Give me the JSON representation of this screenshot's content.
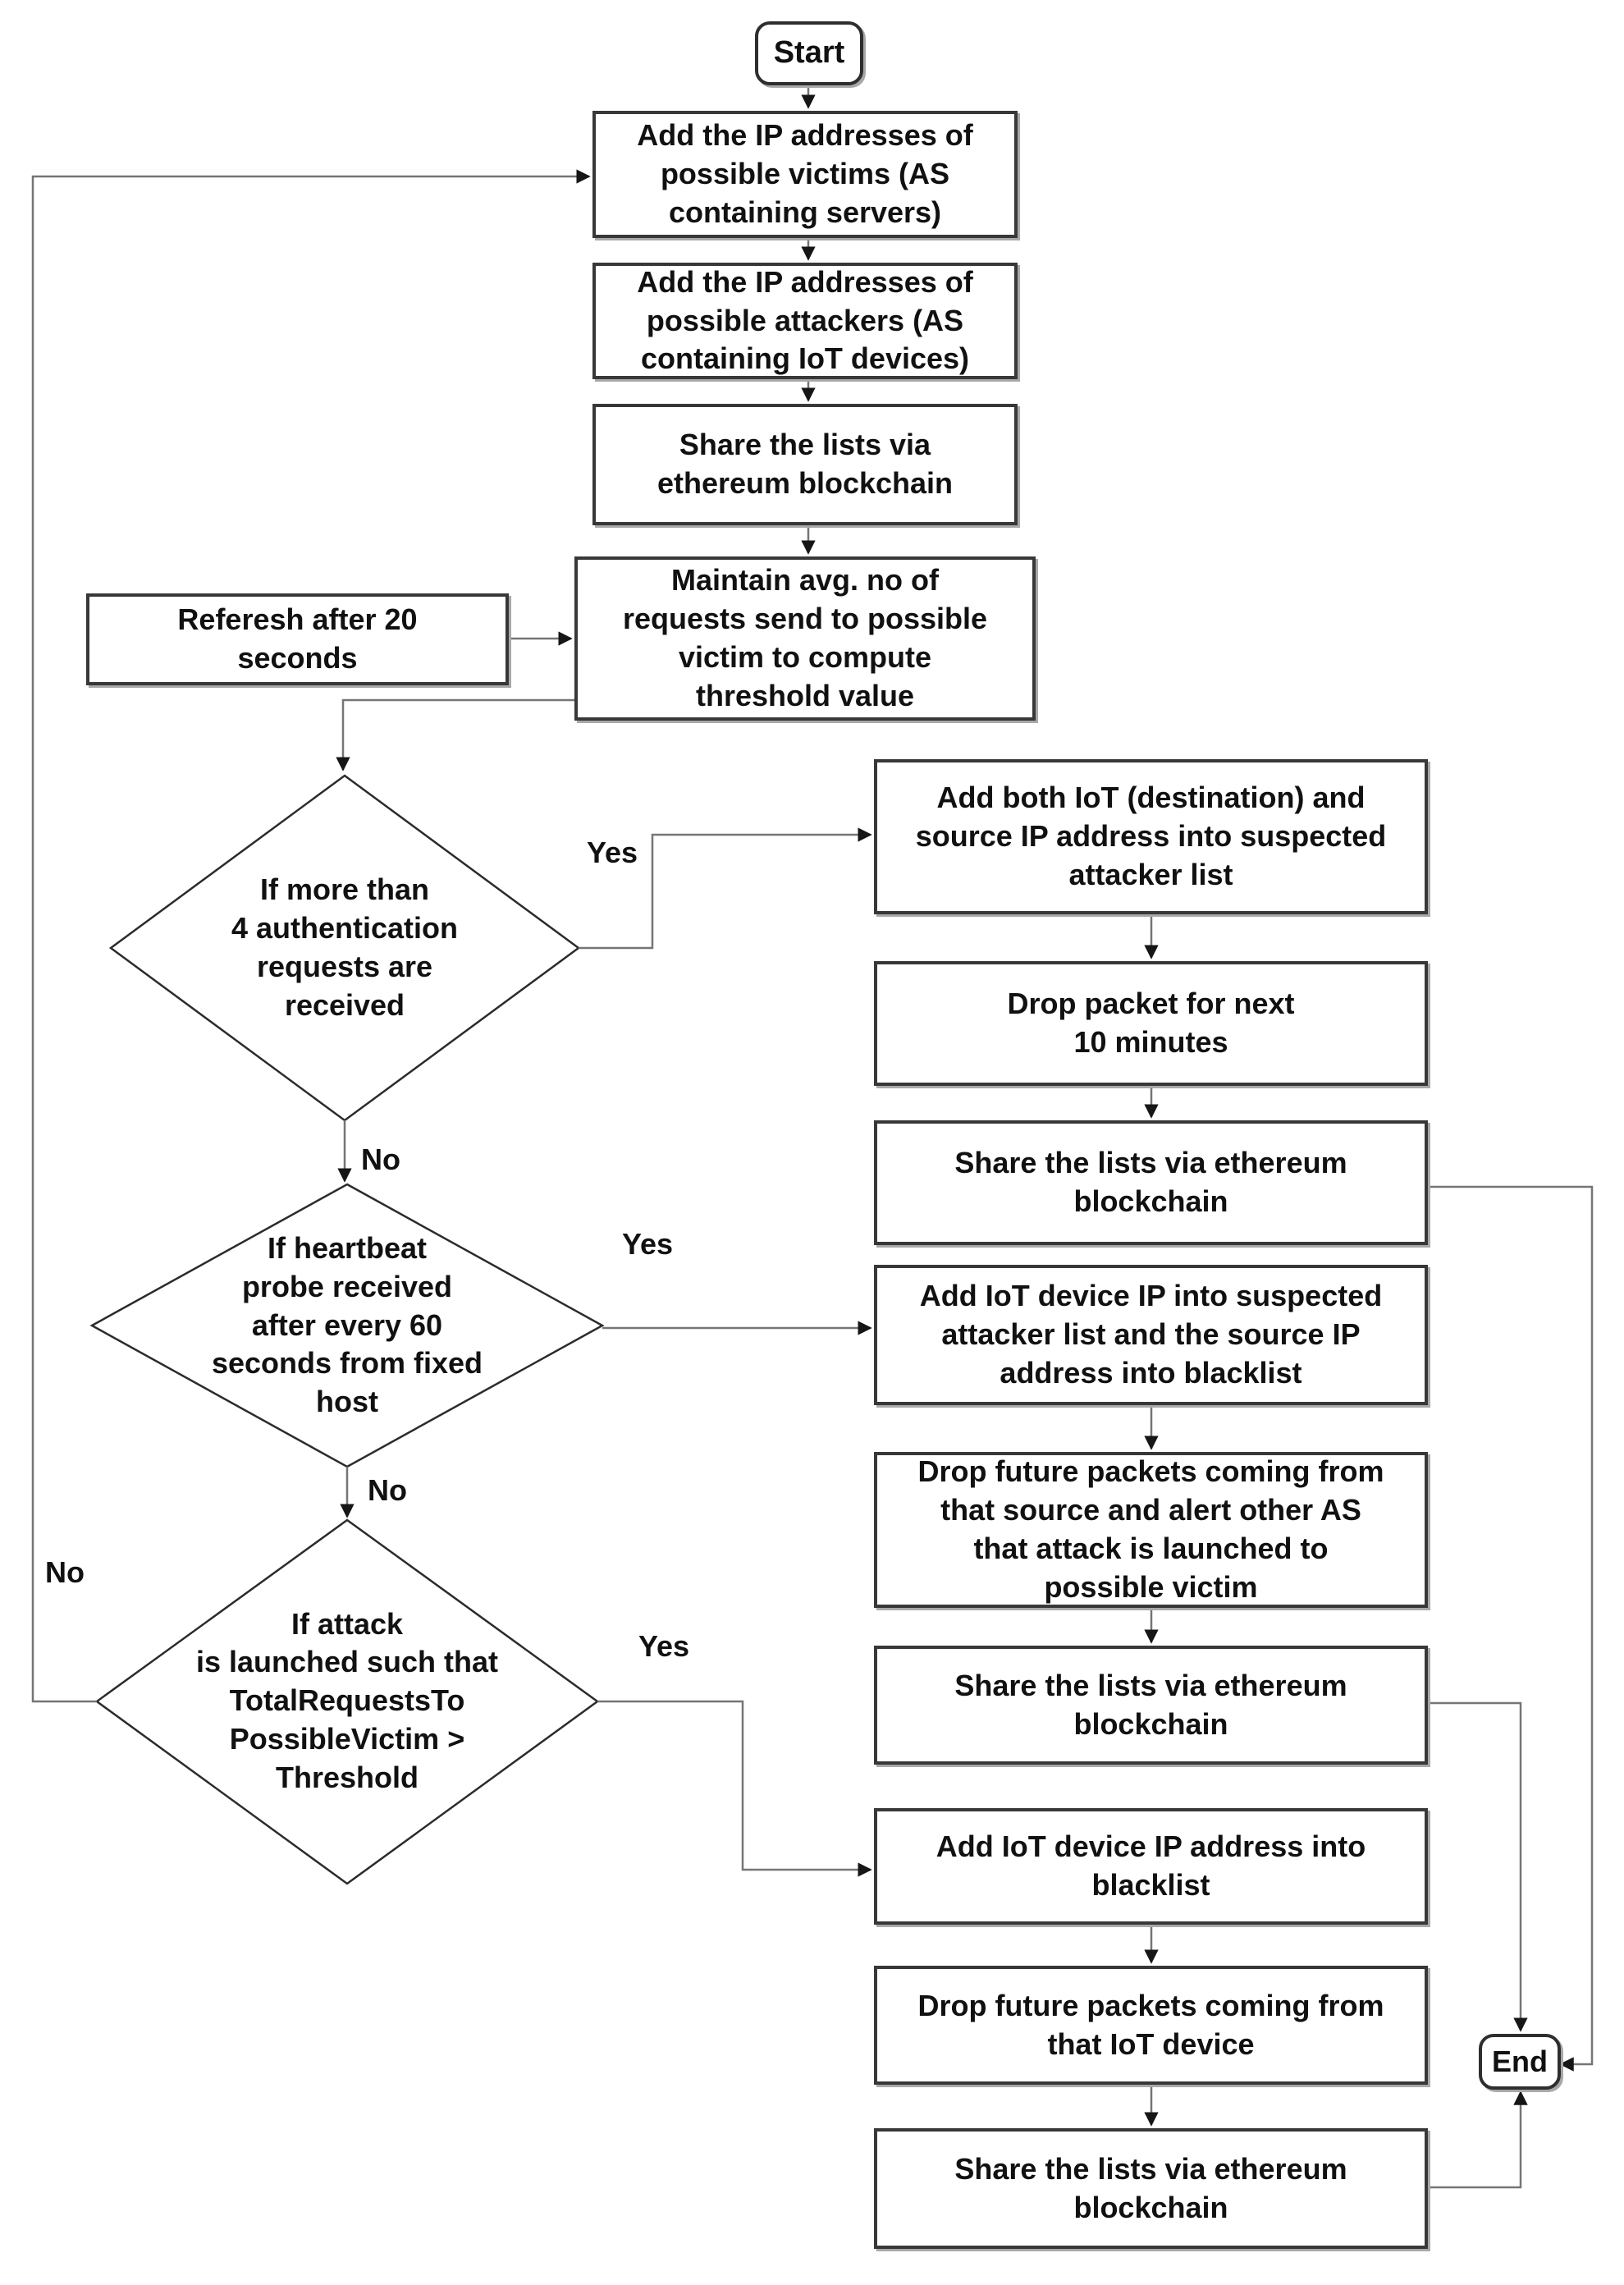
{
  "diagram": {
    "start_label": "Start",
    "end_label": "End",
    "nodes": {
      "add_victims": "Add the IP addresses of\npossible victims (AS\ncontaining servers)",
      "add_attackers": "Add the IP addresses of\npossible attackers (AS\ncontaining IoT devices)",
      "share_lists_1": "Share the lists via\nethereum blockchain",
      "maintain_avg": "Maintain avg. no of\nrequests send to possible\nvictim to compute\nthreshold value",
      "refresh": "Referesh after 20\nseconds",
      "add_both_iot": "Add both IoT (destination) and\nsource IP address into suspected\nattacker list",
      "drop_packet_10min": "Drop packet for next\n10 minutes",
      "share_lists_2": "Share the lists via ethereum\nblockchain",
      "add_iot_suspected": "Add IoT device IP into suspected\nattacker list and the source IP\naddress into blacklist",
      "drop_future_source": "Drop future packets coming from\nthat source and alert other AS\nthat attack is launched to\npossible victim",
      "share_lists_3": "Share the lists via ethereum\nblockchain",
      "add_iot_blacklist": "Add IoT device IP address into\nblacklist",
      "drop_future_iot": "Drop future packets coming from\nthat IoT device",
      "share_lists_4": "Share the lists via ethereum\nblockchain"
    },
    "decisions": {
      "auth_requests": "If more than\n4 authentication\nrequests are\nreceived",
      "heartbeat": "If heartbeat\nprobe received\nafter every 60\nseconds from fixed\nhost",
      "attack_threshold": "If attack\nis launched such that\nTotalRequestsTo\nPossibleVictim >\nThreshold"
    },
    "edge_labels": {
      "d1_yes": "Yes",
      "d1_no": "No",
      "d2_yes": "Yes",
      "d2_no": "No",
      "d3_yes": "Yes",
      "d3_no": "No"
    }
  }
}
